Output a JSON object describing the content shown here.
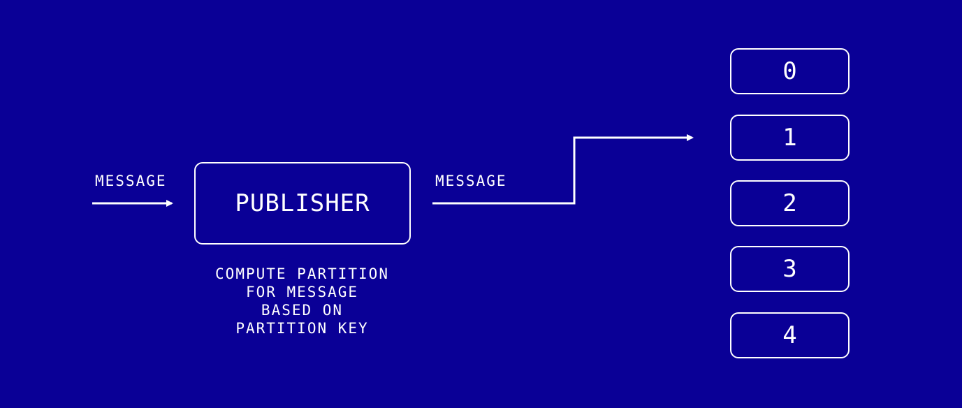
{
  "diagram": {
    "input_label": "MESSAGE",
    "output_label": "MESSAGE",
    "publisher": {
      "label": "PUBLISHER",
      "note_lines": [
        "COMPUTE PARTITION",
        "FOR MESSAGE",
        "BASED ON",
        "PARTITION KEY"
      ]
    },
    "partitions": [
      "0",
      "1",
      "2",
      "3",
      "4"
    ],
    "target_partition": "1",
    "colors": {
      "background": "#0a0096",
      "foreground": "#ffffff"
    }
  }
}
